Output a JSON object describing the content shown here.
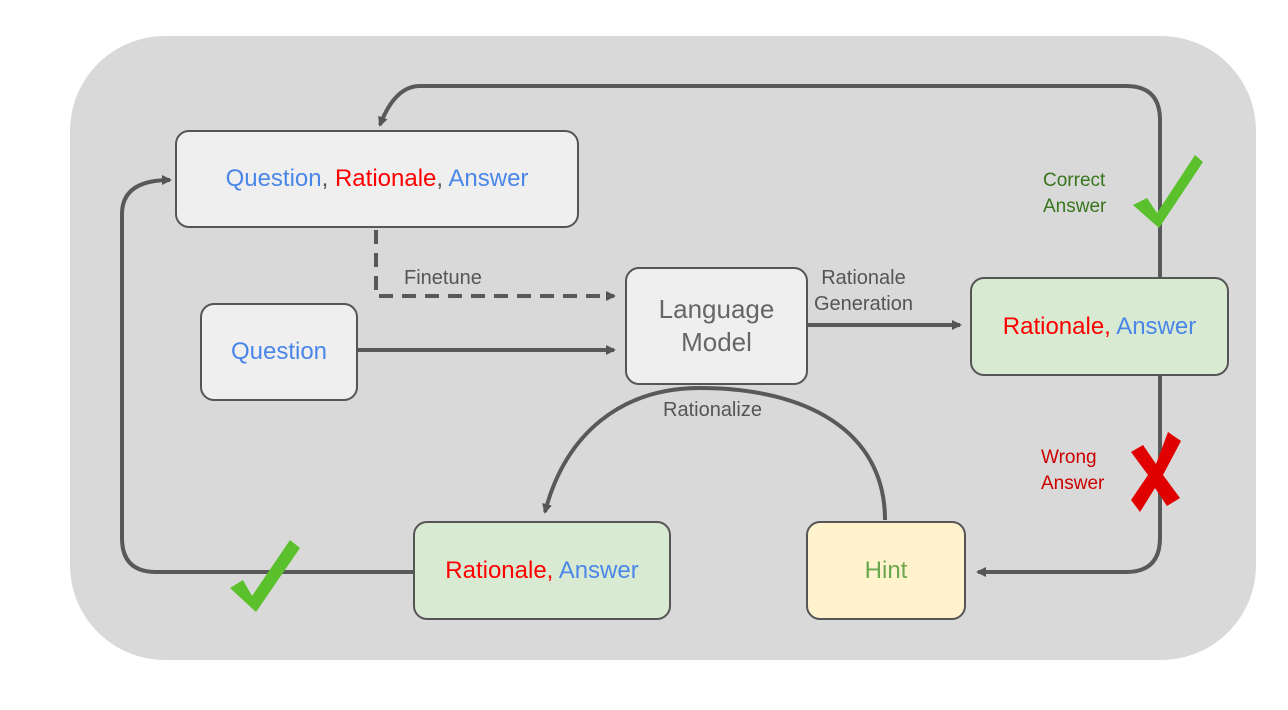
{
  "colors": {
    "panel": "#d9d9d9",
    "question_text": "#4a86e8",
    "rationale_text": "#ff0000",
    "green_box": "#d9ead3",
    "hint_box": "#fff2cc",
    "check_mark": "#5ac12c",
    "cross_mark": "#e00000"
  },
  "nodes": {
    "qra_box": {
      "question": "Question",
      "sep1": ", ",
      "rationale": "Rationale",
      "sep2": ", ",
      "answer": "Answer"
    },
    "question_box": {
      "label": "Question"
    },
    "language_model": {
      "line1": "Language",
      "line2": "Model"
    },
    "rationale_answer_right": {
      "rationale": "Rationale,",
      "answer": " Answer"
    },
    "rationale_answer_bottom": {
      "rationale": "Rationale,",
      "answer": " Answer"
    },
    "hint_box": {
      "label": "Hint"
    }
  },
  "edges": {
    "finetune": "Finetune",
    "rationale_generation_1": "Rationale",
    "rationale_generation_2": "Generation",
    "rationalize": "Rationalize",
    "correct_1": "Correct",
    "correct_2": "Answer",
    "wrong_1": "Wrong",
    "wrong_2": "Answer"
  },
  "icons": [
    "check-icon",
    "cross-icon",
    "check-icon"
  ]
}
